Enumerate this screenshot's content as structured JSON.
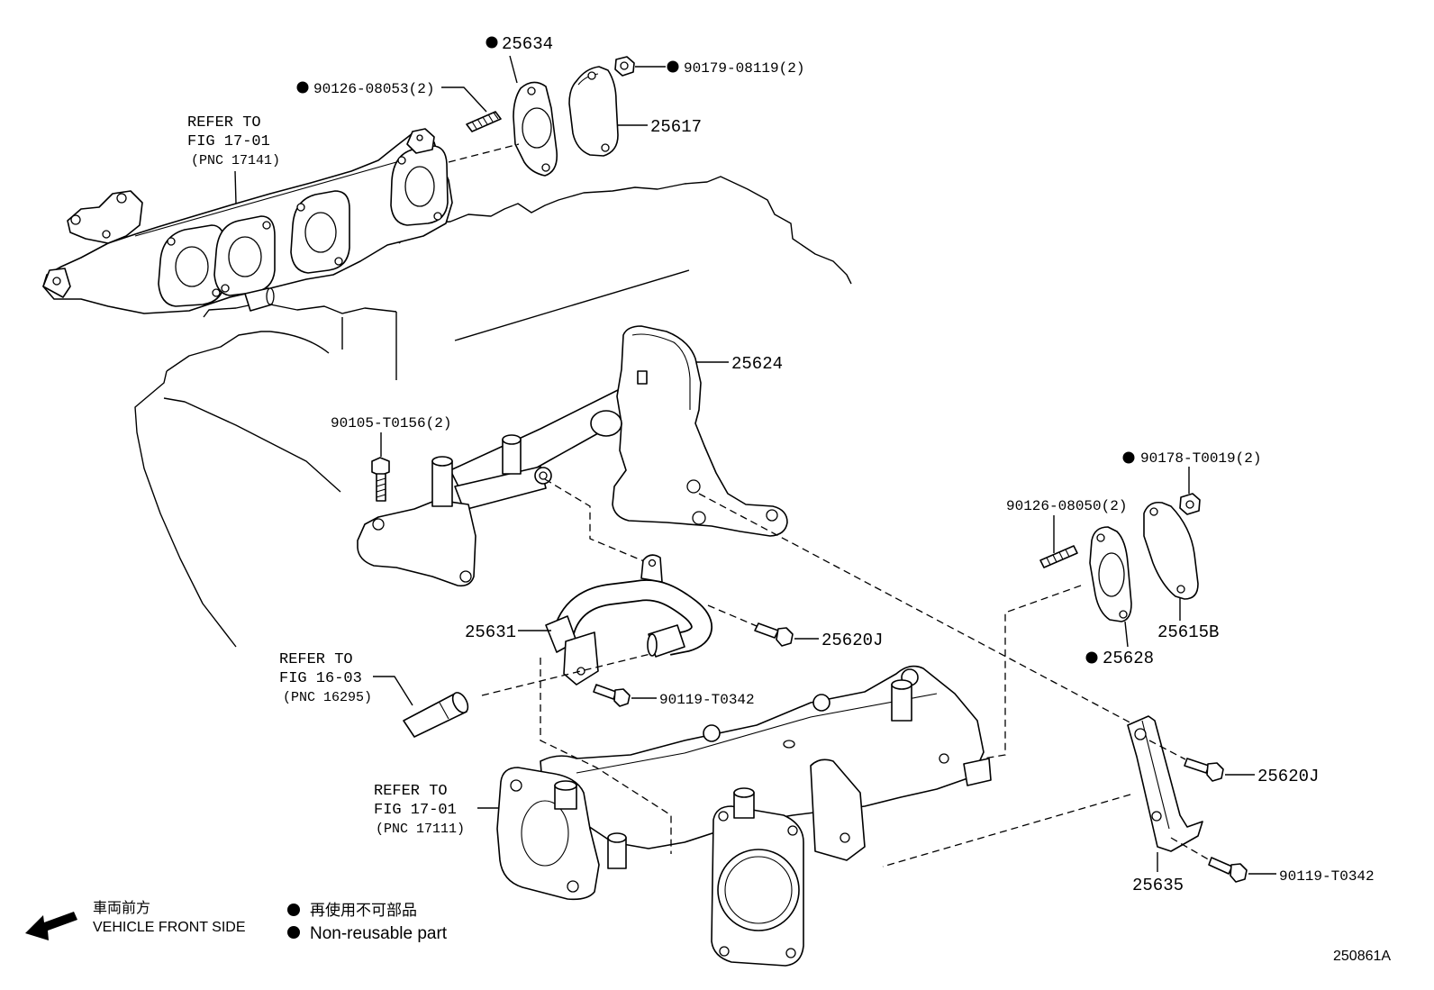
{
  "diagram": {
    "figure_id": "250861A",
    "colors": {
      "line": "#000000",
      "background": "#ffffff"
    },
    "callouts": {
      "c_25634": {
        "label": "25634",
        "non_reusable": true
      },
      "c_90126_08053": {
        "label": "90126-08053(2)",
        "non_reusable": true
      },
      "c_90179_08119": {
        "label": "90179-08119(2)",
        "non_reusable": true
      },
      "c_25617": {
        "label": "25617",
        "non_reusable": false
      },
      "c_25624": {
        "label": "25624",
        "non_reusable": false
      },
      "c_90105_t0156": {
        "label": "90105-T0156(2)",
        "non_reusable": false
      },
      "c_90178_t0019": {
        "label": "90178-T0019(2)",
        "non_reusable": true
      },
      "c_90126_08050": {
        "label": "90126-08050(2)",
        "non_reusable": false
      },
      "c_25631": {
        "label": "25631",
        "non_reusable": false
      },
      "c_25620j_a": {
        "label": "25620J",
        "non_reusable": false
      },
      "c_25615b": {
        "label": "25615B",
        "non_reusable": false
      },
      "c_25628": {
        "label": "25628",
        "non_reusable": true
      },
      "c_90119_t0342_a": {
        "label": "90119-T0342",
        "non_reusable": false
      },
      "c_25620j_b": {
        "label": "25620J",
        "non_reusable": false
      },
      "c_25635": {
        "label": "25635",
        "non_reusable": false
      },
      "c_90119_t0342_b": {
        "label": "90119-T0342",
        "non_reusable": false
      }
    },
    "references": {
      "ref_17141": {
        "line1": "REFER TO",
        "line2": "FIG 17-01",
        "line3": "(PNC 17141)"
      },
      "ref_16295": {
        "line1": "REFER TO",
        "line2": "FIG 16-03",
        "line3": "(PNC 16295)"
      },
      "ref_17111": {
        "line1": "REFER TO",
        "line2": "FIG 17-01",
        "line3": "(PNC 17111)"
      }
    }
  },
  "legend": {
    "front_jp": "車両前方",
    "front_en": "VEHICLE FRONT SIDE",
    "nonreusable_jp": "再使用不可部品",
    "nonreusable_en": "Non-reusable part",
    "front_icon": "arrow-icon",
    "nonreusable_icon": "filled-circle-icon"
  }
}
